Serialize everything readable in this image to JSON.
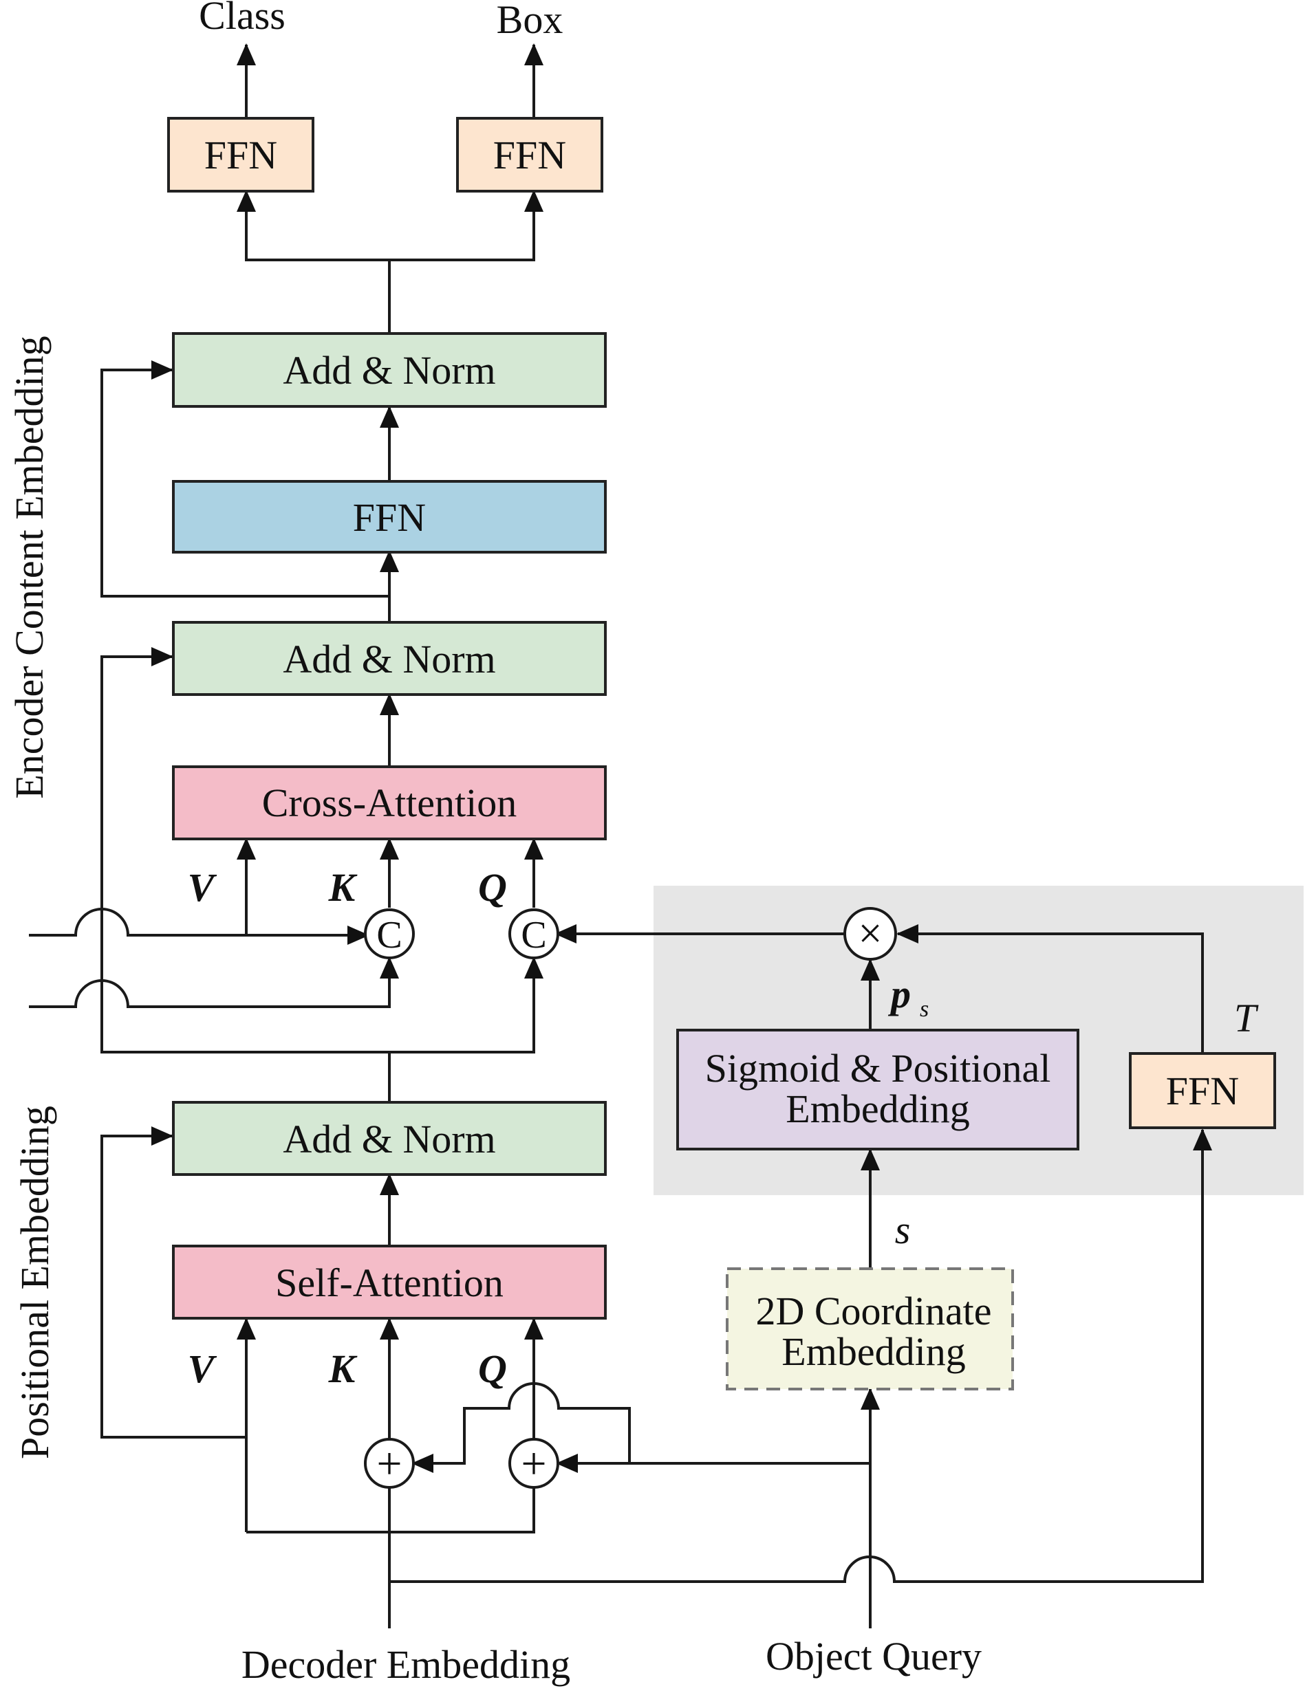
{
  "outputs": {
    "class": "Class",
    "box": "Box"
  },
  "blocks": {
    "ffn_class": "FFN",
    "ffn_box": "FFN",
    "add_norm_top": "Add & Norm",
    "ffn_mid": "FFN",
    "add_norm_mid": "Add & Norm",
    "cross_attention": "Cross-Attention",
    "add_norm_bottom": "Add & Norm",
    "self_attention": "Self-Attention",
    "sigmoid_pos_line1": "Sigmoid & Positional",
    "sigmoid_pos_line2": "Embedding",
    "ffn_right": "FFN",
    "coord_line1": "2D Coordinate",
    "coord_line2": "Embedding"
  },
  "symbols": {
    "v_cross": "V",
    "k_cross": "K",
    "q_cross": "Q",
    "v_self": "V",
    "k_self": "K",
    "q_self": "Q",
    "ps_main": "p",
    "ps_sub": "s",
    "t": "T",
    "s": "s",
    "concat": "C",
    "add": "+",
    "mul": "×"
  },
  "side_labels": {
    "encoder": "Encoder Content Embedding",
    "positional": "Positional Embedding"
  },
  "inputs": {
    "decoder": "Decoder Embedding",
    "object_query": "Object Query"
  },
  "colors": {
    "ffn_orange": "#fde5cf",
    "add_norm_green": "#d5e8d4",
    "ffn_blue": "#abd2e3",
    "attention_pink": "#f4bcc8",
    "sigmoid_purple": "#dfd4e7",
    "coord_yellow": "#f4f5e1",
    "shaded_panel": "#e6e6e6"
  }
}
